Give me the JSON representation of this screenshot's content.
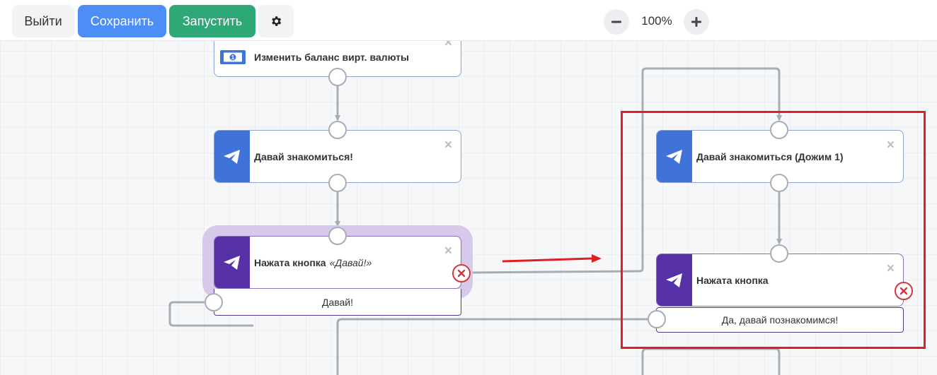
{
  "toolbar": {
    "exit_label": "Выйти",
    "save_label": "Сохранить",
    "run_label": "Запустить",
    "settings_icon": "gear-icon",
    "zoom_out_icon": "minus-icon",
    "zoom_in_icon": "plus-icon",
    "zoom_level": "100%"
  },
  "nodes": {
    "balance": {
      "title": "Изменить баланс вирт. валюты",
      "icon": "money-icon"
    },
    "intro": {
      "title": "Давай знакомиться!",
      "icon": "telegram-icon"
    },
    "button_pressed": {
      "title": "Нажата кнопка",
      "quote": "«Давай!»",
      "button_label": "Давай!",
      "icon": "telegram-icon"
    },
    "intro_followup": {
      "title": "Давай знакомиться (Дожим 1)",
      "icon": "telegram-icon"
    },
    "button_pressed_2": {
      "title": "Нажата кнопка",
      "button_label": "Да, давай познакомимся!",
      "icon": "telegram-icon"
    }
  },
  "colors": {
    "save": "#4c8df6",
    "run": "#2fa878",
    "telegram_block": "#3f73d9",
    "button_block": "#5630a6",
    "highlight": "#d7c9ea",
    "annotation": "#df1f26",
    "error": "#d4353d"
  }
}
